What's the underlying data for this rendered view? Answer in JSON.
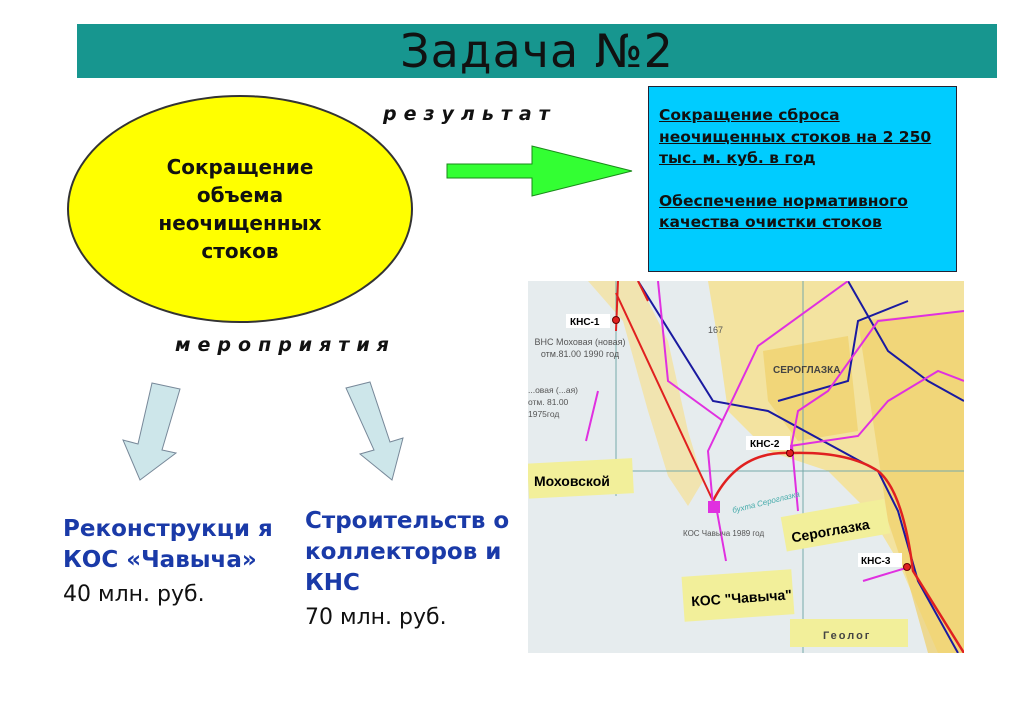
{
  "title": "Задача №2",
  "goal": "Сокращение объема неочищенных стоков",
  "result_label": "результат",
  "activities_label": "мероприятия",
  "results": [
    "Сокращение сброса неочищенных стоков на 2 250 тыс. м. куб. в год",
    "Обеспечение нормативного качества очистки стоков"
  ],
  "activities": [
    {
      "title": "Реконструкци я КОС «Чавыча»",
      "cost": "40 млн. руб."
    },
    {
      "title": "Строительств о коллекторов и КНС",
      "cost": "70 млн. руб."
    }
  ],
  "map": {
    "labels": {
      "kns1": "КНС-1",
      "kns2": "КНС-2",
      "kns3": "КНС-3",
      "vns": "ВНС Моховая (новая) отм.81.00 1990 год",
      "old_vns": "...овая (...ая) отм. 81.00 1975год",
      "height": "167",
      "seroglazka_town": "СЕРОГЛАЗКА",
      "mokhovskoy": "Моховской",
      "kos_chavycha_small": "КОС Чавыча 1989 год",
      "bay": "бухта Сероглазка",
      "seroglazka": "Сероглазка",
      "kos_chavycha": "КОС \"Чавыча\"",
      "geolog": "Геолог"
    }
  },
  "colors": {
    "band": "#17968f",
    "ellipse": "#ffff00",
    "box": "#00ccff",
    "arrow": "#33ff33",
    "activity_text": "#1a3aa8"
  }
}
